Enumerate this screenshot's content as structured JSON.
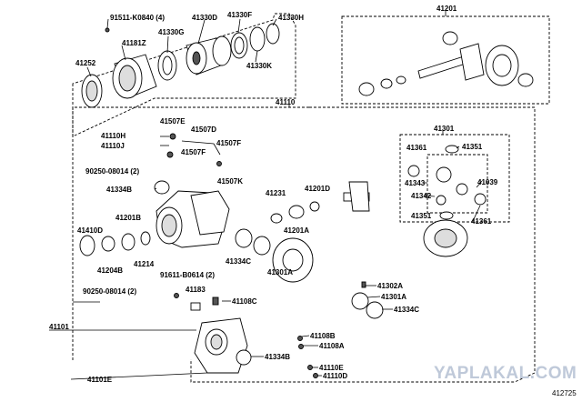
{
  "labels": {
    "p91511": "91511-K0840 (4)",
    "p41181": "41181Z",
    "p41330G": "41330G",
    "p41330D": "41330D",
    "p41330F": "41330F",
    "p41330H": "41330H",
    "p41330K": "41330K",
    "p41252": "41252",
    "p41201": "41201",
    "p41110": "41110",
    "p41507E": "41507E",
    "p41507D": "41507D",
    "p41507F_a": "41507F",
    "p41507F_b": "41507F",
    "p41507K": "41507K",
    "p41110H": "41110H",
    "p41110J": "41110J",
    "p90250a": "90250-08014 (2)",
    "p41334B_a": "41334B",
    "p41410D": "41410D",
    "p41201B": "41201B",
    "p41204B": "41204B",
    "p41214": "41214",
    "p41231": "41231",
    "p41201D": "41201D",
    "p41201A": "41201A",
    "p41334C_a": "41334C",
    "p41301A_a": "41301A",
    "p41301": "41301",
    "p41361_a": "41361",
    "p41351_a": "41351",
    "p41343": "41343",
    "p41342": "41342",
    "p41039": "41039",
    "p41351_b": "41351",
    "p41361_b": "41361",
    "p91611": "91611-B0614 (2)",
    "p90250b": "90250-08014 (2)",
    "p41183": "41183",
    "p41108C": "41108C",
    "p41302A": "41302A",
    "p41301A_b": "41301A",
    "p41334C_b": "41334C",
    "p41101": "41101",
    "p41108B": "41108B",
    "p41108A": "41108A",
    "p41334B_b": "41334B",
    "p41110E": "41110E",
    "p41110D": "41110D",
    "p41101E": "41101E"
  },
  "watermark": "YAPLAKAL.COM",
  "illustration_number": "412725"
}
